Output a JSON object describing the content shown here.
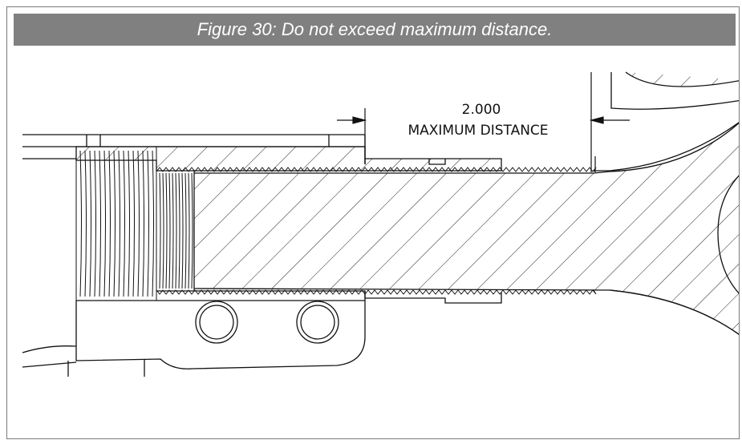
{
  "figure": {
    "caption": "Figure 30: Do not exceed maximum distance."
  },
  "dimension": {
    "value": "2.000",
    "label": "MAXIMUM DISTANCE"
  },
  "colors": {
    "caption_background": "#808080",
    "caption_text": "#ffffff",
    "line": "#111111",
    "border": "#7a7a7a"
  }
}
